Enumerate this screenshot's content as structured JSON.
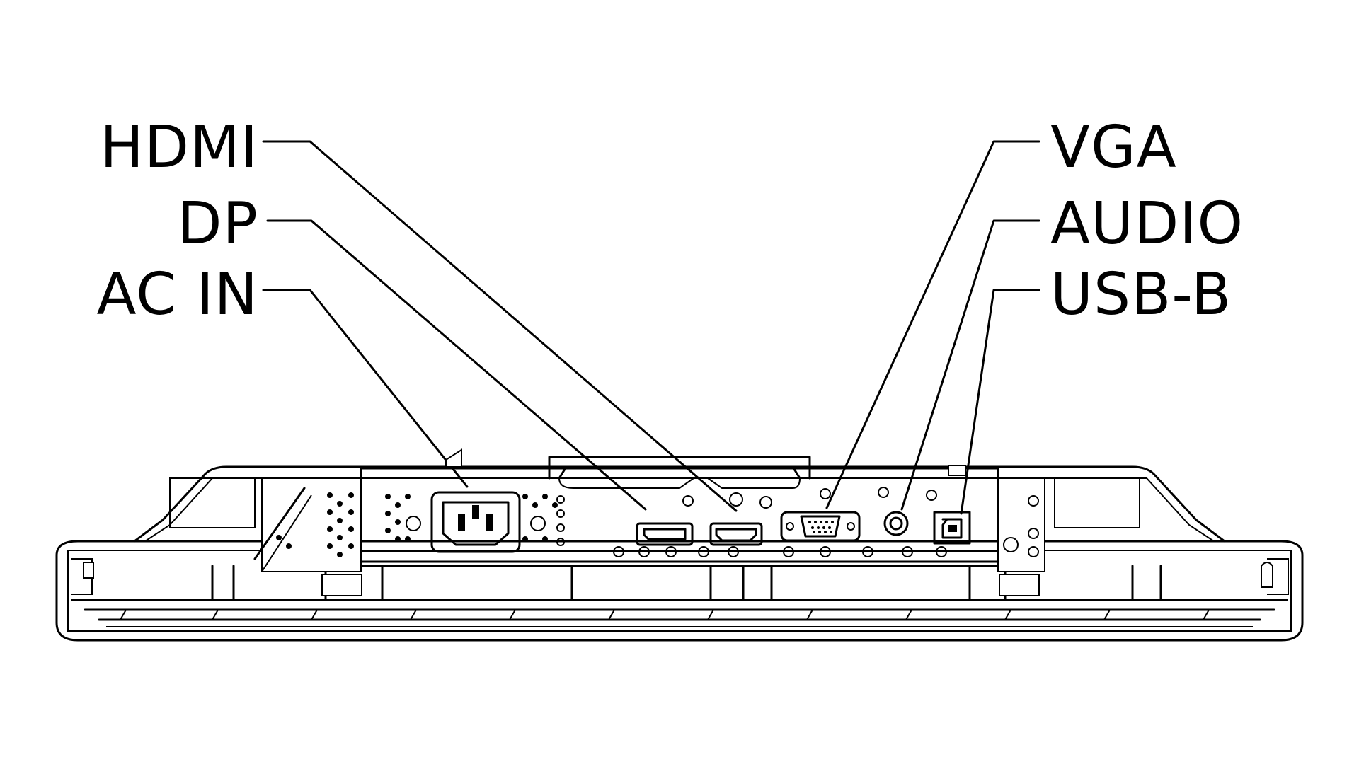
{
  "labels": {
    "hdmi": "HDMI",
    "dp": "DP",
    "ac_in": "AC IN",
    "vga": "VGA",
    "audio": "AUDIO",
    "usb_b": "USB-B"
  },
  "colors": {
    "line": "#000000",
    "background": "#ffffff"
  }
}
